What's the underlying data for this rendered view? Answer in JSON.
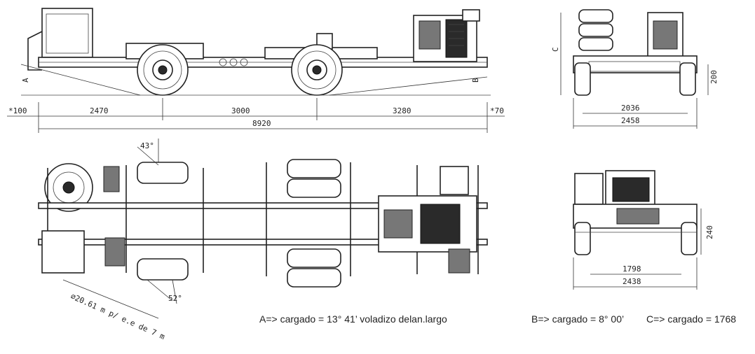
{
  "side_view": {
    "label_A": "A",
    "label_B": "B",
    "dims": [
      "*100",
      "2470",
      "3000",
      "3280",
      "*70"
    ],
    "overall": "8920"
  },
  "rear_view_top": {
    "label_C": "C",
    "height": "200",
    "track_inner": "2036",
    "track_outer": "2458"
  },
  "top_view": {
    "angle_front": "43°",
    "angle_rear": "52°",
    "turning": "⌀20.61 m p/ e.e de 7 m"
  },
  "rear_view_bottom": {
    "height": "240",
    "track_inner": "1798",
    "track_outer": "2438"
  },
  "captions": {
    "a": "A=> cargado = 13° 41’ voladizo delan.largo",
    "b": "B=> cargado = 8° 00’",
    "c": "C=> cargado = 1768"
  }
}
